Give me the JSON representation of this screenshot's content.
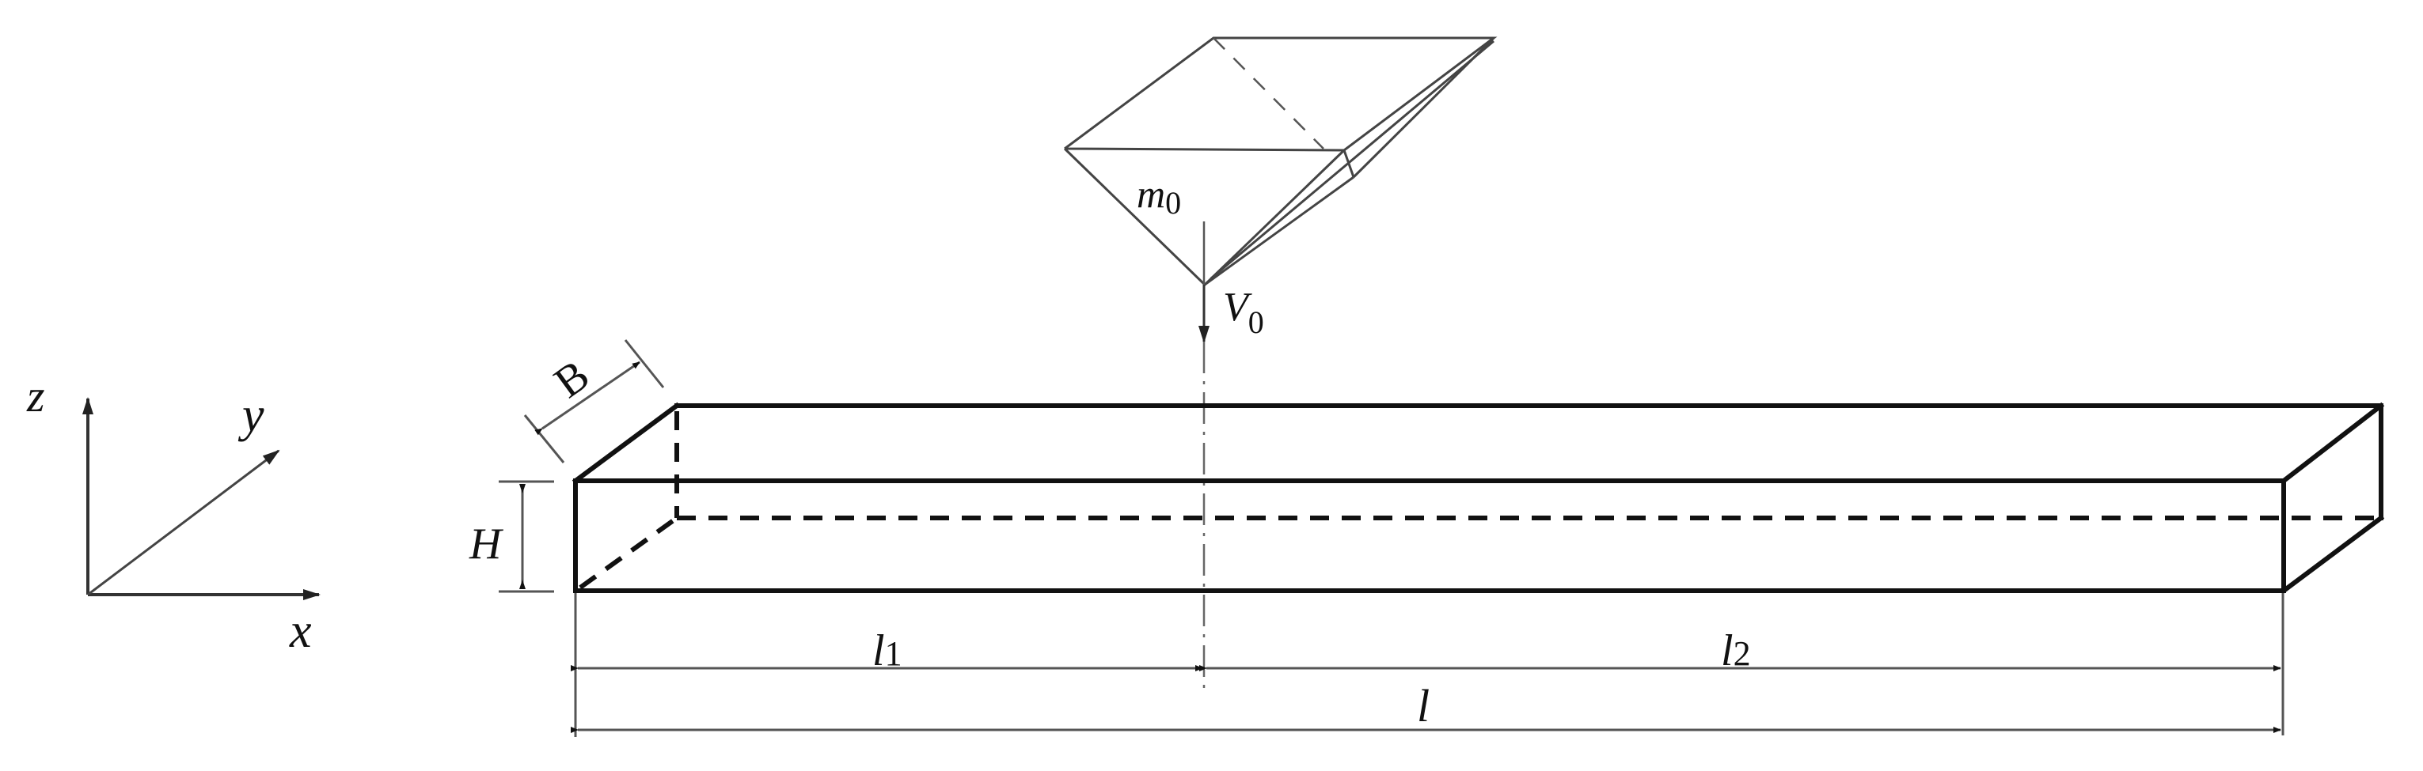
{
  "figure": {
    "description": "Schematic of a wedge-shaped mass impacting a rectangular beam",
    "background": "#ffffff",
    "line_color": "#111111"
  },
  "axes": {
    "z_label": "z",
    "y_label": "y",
    "x_label": "x"
  },
  "impactor": {
    "mass_label": "m",
    "mass_subscript": "0",
    "velocity_label": "V",
    "velocity_subscript": "0"
  },
  "beam": {
    "width_label": "B",
    "height_label": "H"
  },
  "dimensions": {
    "l1_label": "l",
    "l1_subscript": "1",
    "l2_label": "l",
    "l2_subscript": "2",
    "total_label": "l"
  }
}
